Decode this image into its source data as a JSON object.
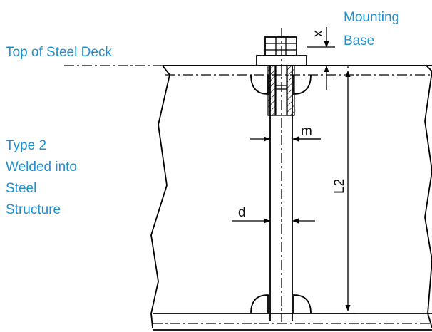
{
  "labels": {
    "top_deck": "Top of Steel Deck",
    "mounting": "Mounting",
    "base": "Base",
    "type_line1": "Type 2",
    "type_line2": "Welded into",
    "type_line3": "Steel",
    "type_line4": "Structure"
  },
  "dimensions": {
    "x": "x",
    "m": "m",
    "d": "d",
    "l2": "L2"
  },
  "colors": {
    "label_blue": "#1f8fd0",
    "line": "#000000"
  }
}
